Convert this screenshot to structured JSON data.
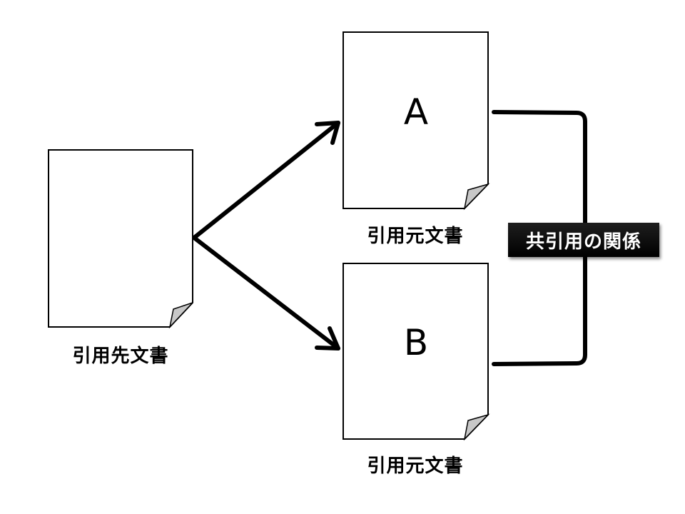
{
  "citing_document": {
    "label": "引用先文書"
  },
  "cited_documents": [
    {
      "letter": "A",
      "label": "引用元文書"
    },
    {
      "letter": "B",
      "label": "引用元文書"
    }
  ],
  "relation": {
    "label": "共引用の関係"
  },
  "colors": {
    "line": "#000000",
    "page": "#ffffff",
    "fold": "#c8c8c8",
    "badge": "#000000"
  }
}
